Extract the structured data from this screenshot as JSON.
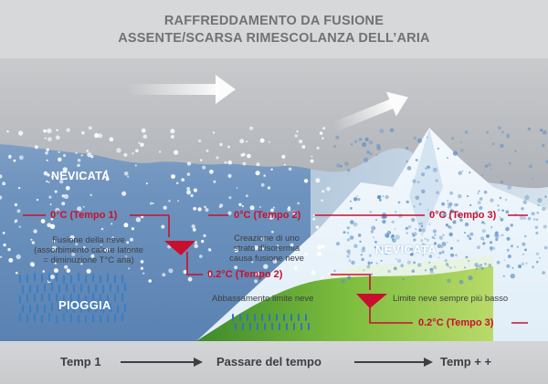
{
  "title": {
    "line1": "RAFFREDDAMENTO DA FUSIONE",
    "line2": "ASSENTE/SCARSA RIMESCOLANZA DELL’ARIA"
  },
  "labels": {
    "snow_left": "NEVICATA",
    "snow_right": "NEVICATA",
    "rain": "PIOGGIA",
    "iso_t1": "0°C (Tempo 1)",
    "iso_t2": "0°C (Tempo 2)",
    "iso_t3": "0°C (Tempo 3)",
    "iso_02_t2": "0.2°C (Tempo 2)",
    "iso_02_t3": "0.2°C (Tempo 3)",
    "melt_line1": "Fusione della neve",
    "melt_line2": "(assorbimento calore latente",
    "melt_line3": "= diminuzione T°C aria)",
    "iso_line1": "Creazione di uno",
    "iso_line2": "strato d’isotermia",
    "iso_line3": "causa fusione neve",
    "lower_limit": "Abbassamento limite neve",
    "lower_more": "Limite neve sempre più basso"
  },
  "timeline": {
    "start": "Temp 1",
    "middle": "Passare del tempo",
    "end": "Temp + +"
  },
  "colors": {
    "accent_red": "#c8102e",
    "sky_blue": "#5b84b5",
    "cloud_grey": "#b9bbbe",
    "snow_light": "#eaf4fb",
    "grass_green": "#8dc63f",
    "rain_blue": "#3b7fc4",
    "ground_grey": "#cfd0d2"
  }
}
